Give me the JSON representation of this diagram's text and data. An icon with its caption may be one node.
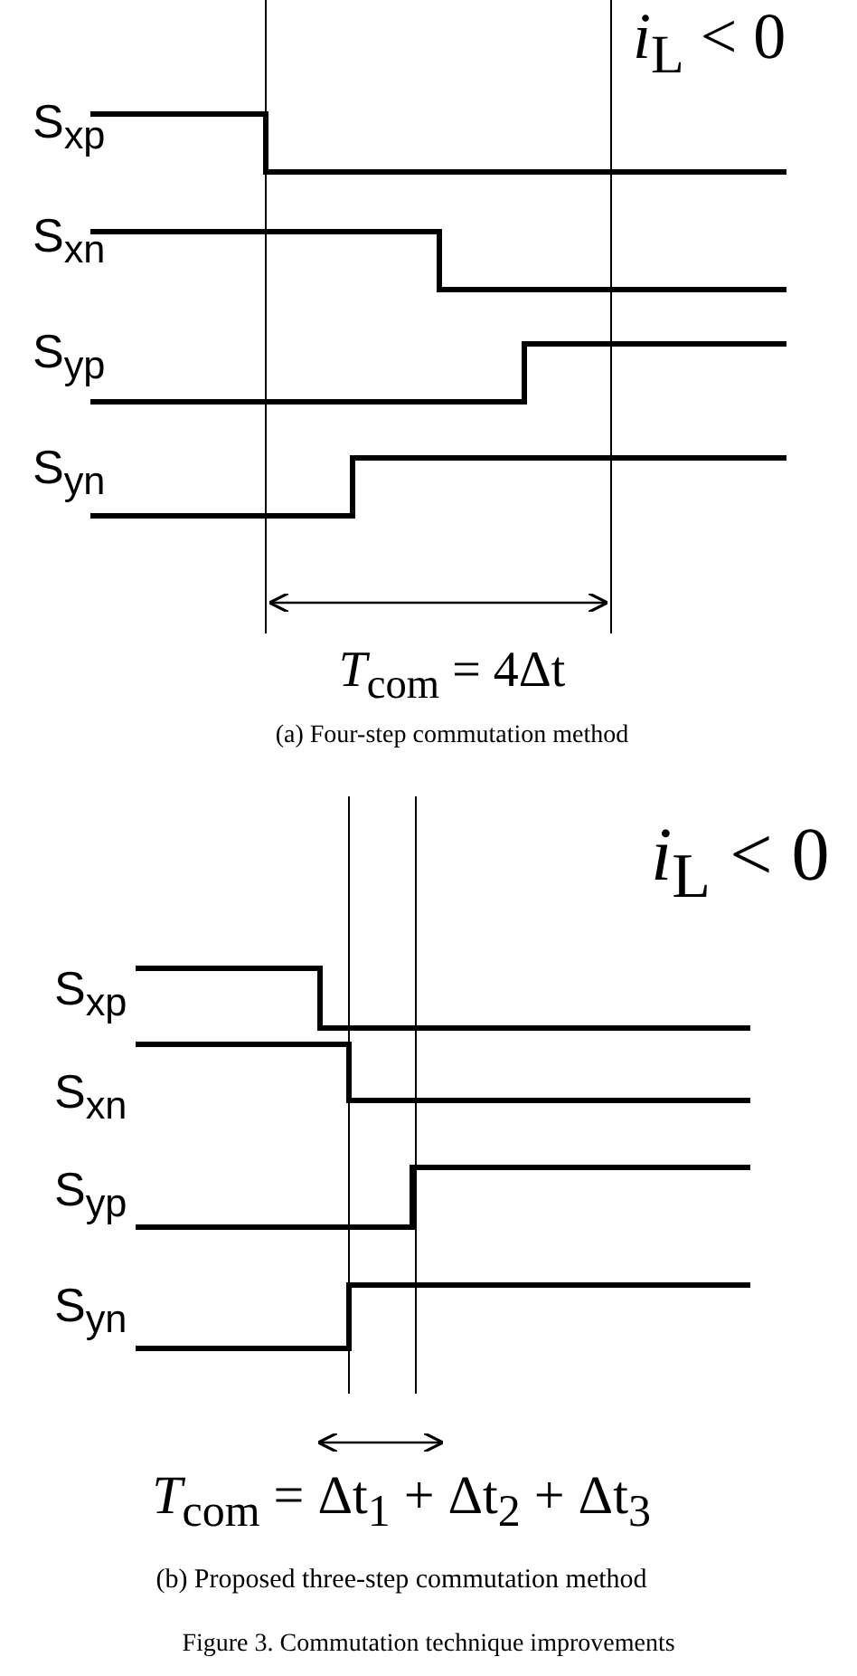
{
  "diagram": {
    "caption": "Figure 3.  Commutation technique improvements",
    "labels": [
      "*i*$_{L}$ < 0",
      "S$_{xp}$",
      "S$_{xn}$",
      "S$_{yp}$",
      "S$_{yn}$",
      "*T*$_{com}$ = 4Δt",
      "(a) Four-step commutation method",
      "*i*$_{L}$ < 0",
      "S$_{xp}$",
      "S$_{xn}$",
      "S$_{yp}$",
      "S$_{yn}$",
      "*T*$_{com}$ = Δt$_{1}$ + Δt$_{2}$ + Δt$_{3}$",
      "(b) Proposed three-step commutation method"
    ]
  }
}
